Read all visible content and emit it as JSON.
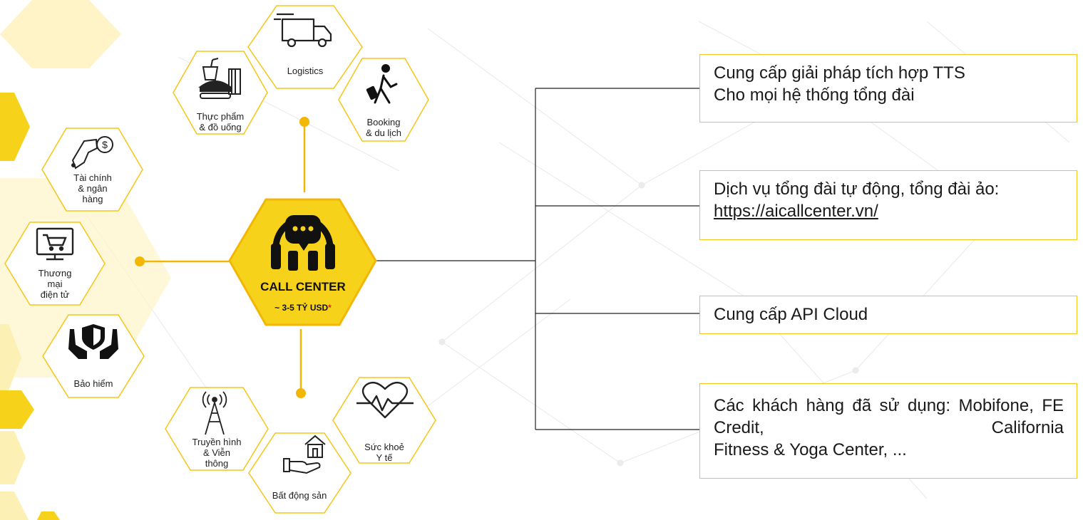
{
  "center": {
    "title": "CALL CENTER",
    "subtitle": "~ 3-5 TỶ USD",
    "subtitle_mark": "*",
    "icon": "headset-chat-icon"
  },
  "industries": [
    {
      "id": "logistics",
      "label": "Logistics",
      "icon": "truck-icon"
    },
    {
      "id": "food",
      "label_lines": [
        "Thực phẩm",
        "& đồ uống"
      ],
      "icon": "food-drink-icon"
    },
    {
      "id": "booking",
      "label_lines": [
        "Booking",
        "& du lịch"
      ],
      "icon": "traveler-luggage-icon"
    },
    {
      "id": "finance",
      "label_lines": [
        "Tài chính",
        "& ngân",
        "hàng"
      ],
      "icon": "hand-coin-icon"
    },
    {
      "id": "ecommerce",
      "label_lines": [
        "Thương",
        "mại",
        "điện tử"
      ],
      "icon": "monitor-cart-icon"
    },
    {
      "id": "insurance",
      "label": "Bảo hiểm",
      "icon": "hands-shield-icon"
    },
    {
      "id": "telecom",
      "label_lines": [
        "Truyền hình",
        "& Viễn",
        "thông"
      ],
      "icon": "antenna-tower-icon"
    },
    {
      "id": "realestate",
      "label": "Bất động sản",
      "icon": "hand-house-icon"
    },
    {
      "id": "health",
      "label_lines": [
        "Sức khoẻ",
        "Y tế"
      ],
      "icon": "heart-pulse-icon"
    }
  ],
  "services": {
    "tts": {
      "lines": [
        "Cung cấp giải pháp tích hợp TTS",
        "Cho mọi hệ thống tổng đài"
      ]
    },
    "virtual": {
      "text": "Dịch vụ tổng đài tự động, tổng đài ảo: ",
      "link": "https://aicallcenter.vn/"
    },
    "api": {
      "text": "Cung cấp API Cloud"
    },
    "customers": {
      "line1": "Các khách hàng đã sử dụng: Mobifone, FE Credit, California",
      "line2": "Fitness & Yoga Center, ..."
    }
  },
  "colors": {
    "accent": "#f5c518",
    "accent_dark": "#f2b705",
    "center_fill": "#f7d21b",
    "hex_border": "#f5c518",
    "background_hex": "#fdf0b4",
    "line": "#222222",
    "star": "#e52020"
  }
}
